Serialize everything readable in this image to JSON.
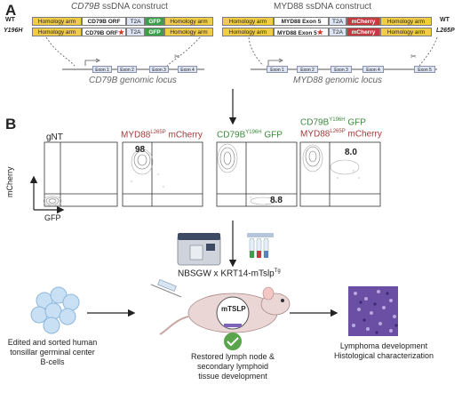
{
  "panel_a": {
    "letter": "A",
    "cd79b": {
      "title_italic": "CD79B",
      "title_rest": " ssDNA construct",
      "wt_label": "WT",
      "mut_label": "Y196H",
      "row1": [
        "Homology arm",
        "CD79B ORF",
        "T2A",
        "GFP",
        "Homology arm"
      ],
      "row2": [
        "Homology arm",
        "CD79B ORF",
        "T2A",
        "GFP",
        "Homology arm"
      ],
      "exons": [
        "Exon 1",
        "Exon 2",
        "Exon 3",
        "Exon 4"
      ],
      "locus_label": "CD79B genomic locus"
    },
    "myd88": {
      "title": "MYD88 ssDNA construct",
      "wt_label": "WT",
      "mut_label": "L265P",
      "row1": [
        "Homology arm",
        "MYD88 Exon 5",
        "T2A",
        "mCherry",
        "Homology arm"
      ],
      "row2": [
        "Homology arm",
        "MYD88 Exon 5",
        "T2A",
        "mCherry",
        "Homology arm"
      ],
      "exons": [
        "Exon 1",
        "Exon 2",
        "Exon 3",
        "Exon 4",
        "Exon 5"
      ],
      "locus_label": "MYD88 genomic locus"
    },
    "star_glyph": "★"
  },
  "panel_b": {
    "letter": "B",
    "y_axis": "mCherry",
    "x_axis": "GFP",
    "plots": [
      {
        "title_main": "gNT",
        "title_sup": "",
        "title_tail": "",
        "value": ""
      },
      {
        "title_main": "MYD88",
        "title_sup": "L265P",
        "title_tail": " mCherry",
        "value": "98"
      },
      {
        "title_main": "CD79B",
        "title_sup": "Y196H",
        "title_tail": " GFP",
        "value": "8.8"
      },
      {
        "title_main": "CD79B",
        "title_sup": "Y196H",
        "title_tail": " GFP",
        "line2_main": "MYD88",
        "line2_sup": "L265P",
        "line2_tail": " mCherry",
        "value": "8.0"
      }
    ],
    "mouse_model_main": "NBSGW x KRT14-mTslp",
    "mouse_model_sup": "Tg",
    "plasmid_label": "mTSLP",
    "left_caption": [
      "Edited and sorted human",
      "tonsillar germinal center",
      "B-cells"
    ],
    "center_caption": [
      "Restored lymph node &",
      "secondary lymphoid",
      "tissue development"
    ],
    "right_caption": [
      "Lymphoma development",
      "Histological characterization"
    ]
  },
  "colors": {
    "homology_arm": "#f2cc45",
    "gfp": "#3aa04a",
    "mcherry": "#c33b40",
    "t2a": "#dde4f3",
    "myd88_title": "#a23a3a",
    "cd79b_title": "#3d8a3d"
  }
}
